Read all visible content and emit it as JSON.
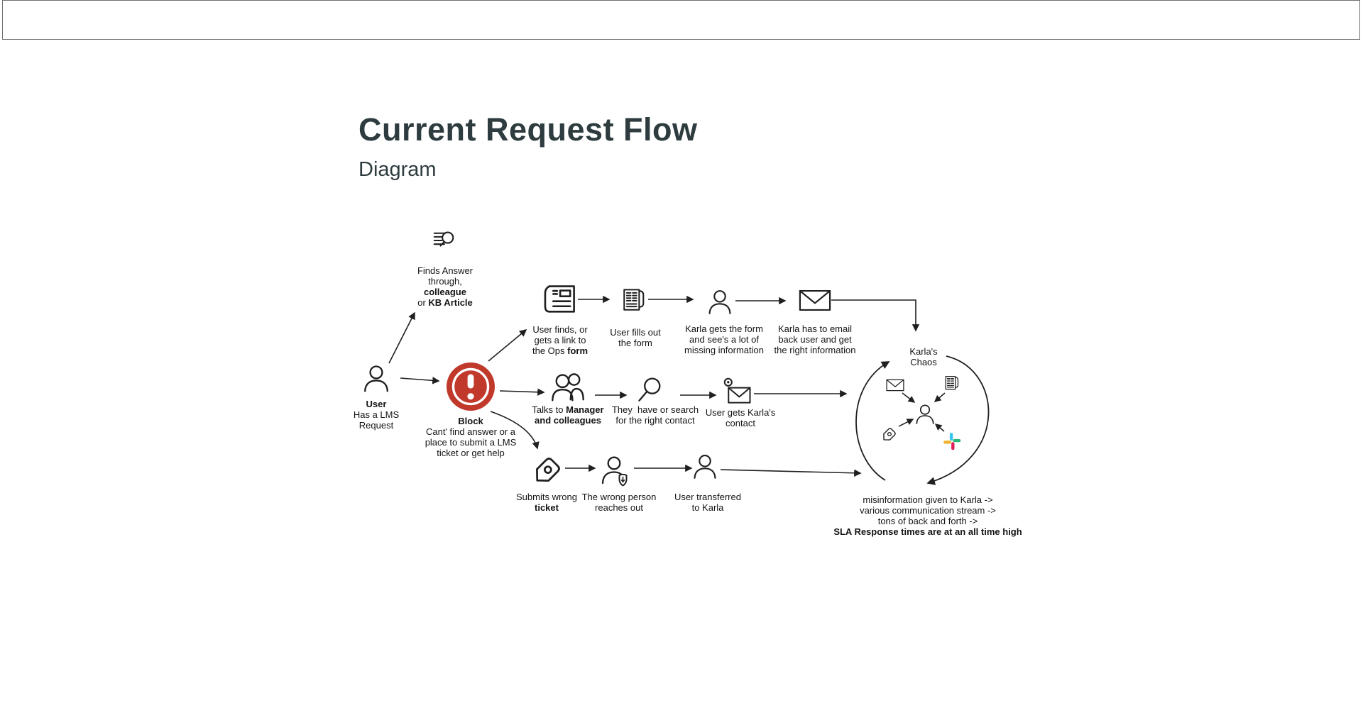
{
  "page": {
    "title": "Current Request Flow",
    "subtitle": "Diagram"
  },
  "colors": {
    "heading": "#2e3c3f",
    "ink": "#1f1f1f",
    "block_red": "#c0392b",
    "slack_blue": "#36C5F0",
    "slack_green": "#2EB67D",
    "slack_red": "#E01E5A",
    "slack_yellow": "#ECB22E"
  },
  "icons": {
    "find_answer": "search-results-icon",
    "user_start": "person-icon",
    "block": "alert-exclamation-icon",
    "ops_form": "document-icon",
    "fill_form": "form-page-icon",
    "karla_gets": "person-icon",
    "email_back": "envelope-icon",
    "talk_manager": "people-icon",
    "search_contact": "magnifier-icon",
    "get_contact": "email-at-icon",
    "wrong_ticket": "tag-icon",
    "wrong_person": "person-shield-icon",
    "chaos_center": "person-icon",
    "chaos_slack": "slack-icon"
  },
  "diagram": {
    "labels": {
      "find_answer": [
        [
          {
            "t": "Finds Answer"
          }
        ],
        [
          {
            "t": "through,"
          }
        ],
        [
          {
            "t": "colleague",
            "b": true
          }
        ],
        [
          {
            "t": "or "
          },
          {
            "t": "KB Article",
            "b": true
          }
        ]
      ],
      "user_start": [
        [
          {
            "t": "User",
            "b": true
          }
        ],
        [
          {
            "t": "Has a LMS"
          }
        ],
        [
          {
            "t": "Request"
          }
        ]
      ],
      "block": [
        [
          {
            "t": "Block",
            "b": true
          }
        ],
        [
          {
            "t": "Cant' find answer or a"
          }
        ],
        [
          {
            "t": "place to submit a LMS"
          }
        ],
        [
          {
            "t": "ticket or get help"
          }
        ]
      ],
      "ops_form": [
        [
          {
            "t": "User finds, or"
          }
        ],
        [
          {
            "t": "gets a link to"
          }
        ],
        [
          {
            "t": "the Ops "
          },
          {
            "t": "form",
            "b": true
          }
        ]
      ],
      "fill_form": [
        [
          {
            "t": "User fills out"
          }
        ],
        [
          {
            "t": "the form"
          }
        ]
      ],
      "karla_gets": [
        [
          {
            "t": "Karla gets the form"
          }
        ],
        [
          {
            "t": "and see's a lot of"
          }
        ],
        [
          {
            "t": "missing information"
          }
        ]
      ],
      "email_back": [
        [
          {
            "t": "Karla has to email"
          }
        ],
        [
          {
            "t": "back user and get"
          }
        ],
        [
          {
            "t": "the right information"
          }
        ]
      ],
      "talk_manager": [
        [
          {
            "t": "Talks to "
          },
          {
            "t": "Manager",
            "b": true
          }
        ],
        [
          {
            "t": "and colleagues",
            "b": true
          }
        ]
      ],
      "search_contact": [
        [
          {
            "t": "They  have or search"
          }
        ],
        [
          {
            "t": "for the right contact"
          }
        ]
      ],
      "get_contact": [
        [
          {
            "t": "User gets Karla's"
          }
        ],
        [
          {
            "t": "contact"
          }
        ]
      ],
      "wrong_ticket": [
        [
          {
            "t": "Submits wrong"
          }
        ],
        [
          {
            "t": "ticket",
            "b": true
          }
        ]
      ],
      "wrong_person": [
        [
          {
            "t": "The wrong person"
          }
        ],
        [
          {
            "t": "reaches out"
          }
        ]
      ],
      "transferred": [
        [
          {
            "t": "User transferred"
          }
        ],
        [
          {
            "t": "to Karla"
          }
        ]
      ],
      "chaos_title": [
        [
          {
            "t": "Karla's"
          }
        ],
        [
          {
            "t": "Chaos"
          }
        ]
      ],
      "chaos_outcome": [
        [
          {
            "t": "misinformation given to Karla ->"
          }
        ],
        [
          {
            "t": "various communication stream ->"
          }
        ],
        [
          {
            "t": "tons of back and forth ->"
          }
        ],
        [
          {
            "t": "SLA Response times are at an all time high",
            "b": true
          }
        ]
      ]
    }
  }
}
